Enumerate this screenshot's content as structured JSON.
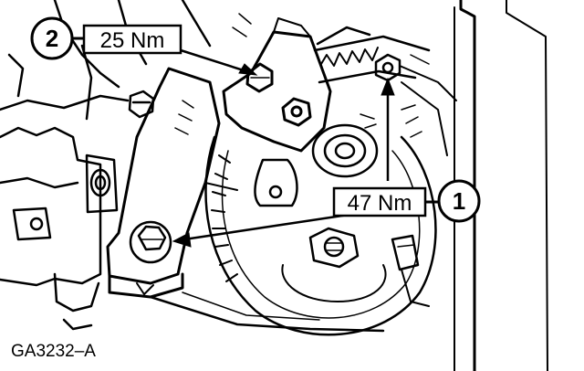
{
  "figure_id": "GA3232–A",
  "callouts": [
    {
      "number": "2",
      "torque": "25 Nm"
    },
    {
      "number": "1",
      "torque": "47 Nm"
    }
  ],
  "colors": {
    "ink": "#000000",
    "paper": "#ffffff"
  }
}
